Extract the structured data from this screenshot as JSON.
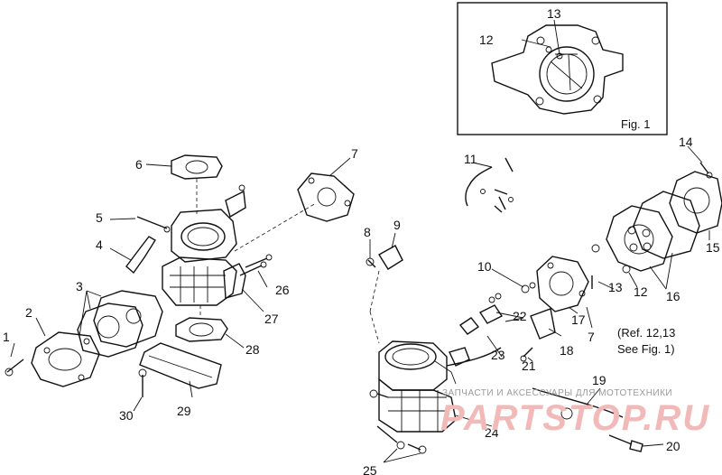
{
  "inset": {
    "caption": "Fig. 1",
    "callouts": [
      "12",
      "13"
    ]
  },
  "callouts": {
    "c1": "1",
    "c2": "2",
    "c3": "3",
    "c4": "4",
    "c5": "5",
    "c6": "6",
    "c7a": "7",
    "c7b": "7",
    "c8": "8",
    "c9": "9",
    "c10": "10",
    "c11": "11",
    "c12": "12",
    "c13": "13",
    "c14": "14",
    "c15": "15",
    "c16": "16",
    "c17": "17",
    "c18": "18",
    "c19": "19",
    "c20": "20",
    "c21": "21",
    "c22": "22",
    "c23": "23",
    "c24": "24",
    "c25": "25",
    "c26": "26",
    "c27": "27",
    "c28": "28",
    "c29": "29",
    "c30": "30"
  },
  "note": {
    "line1": "(Ref. 12,13",
    "line2": "See Fig. 1)"
  },
  "watermark": {
    "tagline": "ЗАПЧАСТИ И АКСЕССУАРЫ ДЛЯ МОТОТЕХНИКИ",
    "brand": "PARTSTOP.RU"
  }
}
